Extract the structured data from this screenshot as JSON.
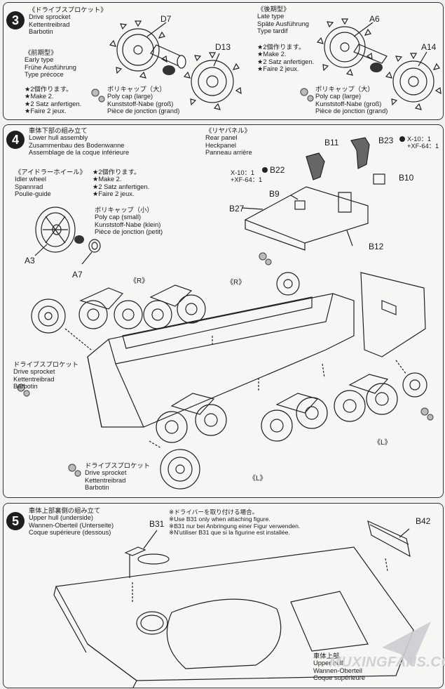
{
  "step3": {
    "number": "3",
    "drive_sprocket": [
      "《ドライブスプロケット》",
      "Drive sprocket",
      "Kettentreibrad",
      "Barbotin"
    ],
    "early_type": [
      "《前期型》",
      "Early type",
      "Frühe Ausführung",
      "Type précoce"
    ],
    "make2_left": [
      "★2個作ります。",
      "★Make 2.",
      "★2 Satz anfertigen.",
      "★Faire 2 jeux."
    ],
    "late_type": [
      "《後期型》",
      "Late type",
      "Späte Ausführung",
      "Type tardif"
    ],
    "make2_right": [
      "★2個作ります。",
      "★Make 2.",
      "★2 Satz anfertigen.",
      "★Faire 2 jeux."
    ],
    "polycap_left": [
      "ポリキャップ（大）",
      "Poly cap (large)",
      "Kunststoff-Nabe (groß)",
      "Pièce de jonction (grand)"
    ],
    "polycap_right": [
      "ポリキャップ（大）",
      "Poly cap (large)",
      "Kunststoff-Nabe (groß)",
      "Pièce de jonction (grand)"
    ],
    "parts": {
      "d7": "D7",
      "d13": "D13",
      "a6": "A6",
      "a14": "A14"
    }
  },
  "step4": {
    "number": "4",
    "title": [
      "車体下部の組み立て",
      "Lower hull assembly",
      "Zusammenbau des Bodenwanne",
      "Assemblage de la coque inférieure"
    ],
    "idler_wheel": [
      "《アイドラーホイール》",
      "Idler wheel",
      "Spannrad",
      "Poulie-guide"
    ],
    "make2": [
      "★2個作ります。",
      "★Make 2.",
      "★2 Satz anfertigen.",
      "★Faire 2 jeux."
    ],
    "polycap_small": [
      "ポリキャップ（小）",
      "Poly cap (small)",
      "Kunststoff-Nabe (klein)",
      "Pièce de jonction (petit)"
    ],
    "rear_panel": [
      "《リヤパネル》",
      "Rear panel",
      "Heckpanel",
      "Panneau arrière"
    ],
    "paint_b22": [
      "X-10：1",
      "+XF-64：1"
    ],
    "paint_b23": [
      "X-10：1",
      "+XF-64：1"
    ],
    "drive_sprocket_left": [
      "ドライブスプロケット",
      "Drive sprocket",
      "Kettentreibrad",
      "Barbotin"
    ],
    "drive_sprocket_bottom": [
      "ドライブスプロケット",
      "Drive sprocket",
      "Kettentreibrad",
      "Barbotin"
    ],
    "side_r": "《R》",
    "side_l": "《L》",
    "parts": {
      "a3": "A3",
      "a7": "A7",
      "b9": "B9",
      "b10": "B10",
      "b11": "B11",
      "b12": "B12",
      "b22": "B22",
      "b23": "B23",
      "b27": "B27"
    }
  },
  "step5": {
    "number": "5",
    "title": [
      "車体上部裏側の組み立て",
      "Upper hull (underside)",
      "Wannen-Oberteil (Unterseite)",
      "Coque supérieure (dessous)"
    ],
    "note": [
      "※ドライバーを取り付ける場合。",
      "※Use B31 only when attaching figure.",
      "※B31 nur bei Anbringung einer Figur verwenden.",
      "※N'utiliser B31 que si la figurine est installée."
    ],
    "upper_hull": [
      "車体上部",
      "Upper hull",
      "Wannen-Oberteil",
      "Coque supérieure"
    ],
    "parts": {
      "b31": "B31",
      "b42": "B42"
    }
  },
  "watermark": "MUXINGFANS.COM"
}
